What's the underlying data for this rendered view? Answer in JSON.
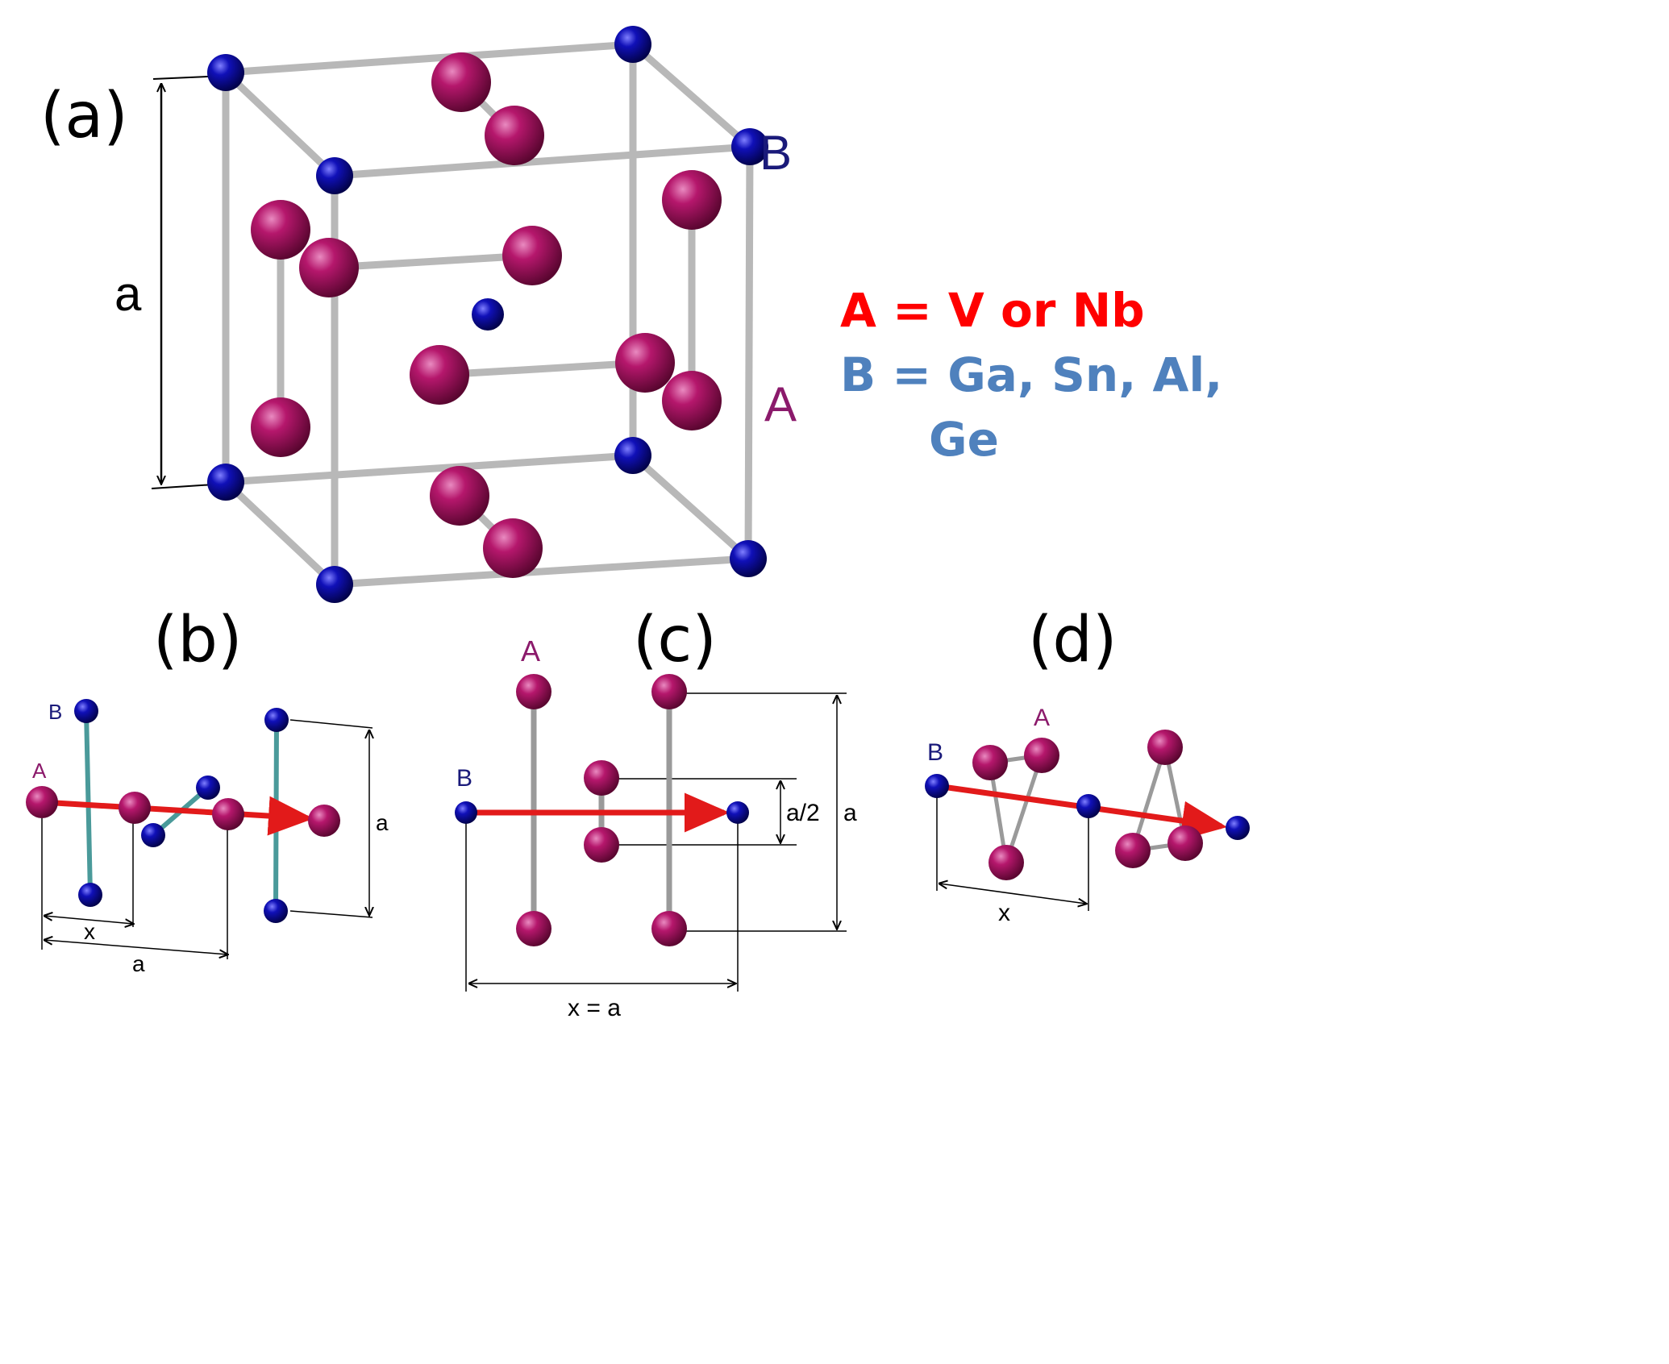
{
  "panels": {
    "a": "(a)",
    "b": "(b)",
    "c": "(c)",
    "d": "(d)"
  },
  "atom_labels": {
    "A": "A",
    "B": "B"
  },
  "dimensions": {
    "a": "a",
    "x": "x",
    "a_half": "a/2",
    "x_eq_a": "x = a"
  },
  "legend": {
    "line1": "A = V or Nb",
    "line2": "B = Ga, Sn, Al,",
    "line3": "Ge"
  },
  "colors": {
    "A_atom": "#a0105e",
    "B_atom": "#0a0a9a",
    "bond": "#b8b8b8",
    "chain_bond_b": "#4a9a9a",
    "arrow": "#e21a1a",
    "legend_A": "#ff0000",
    "legend_B": "#4f81bd",
    "label_A": "#8b1a6b",
    "label_B": "#1a1a7a"
  }
}
